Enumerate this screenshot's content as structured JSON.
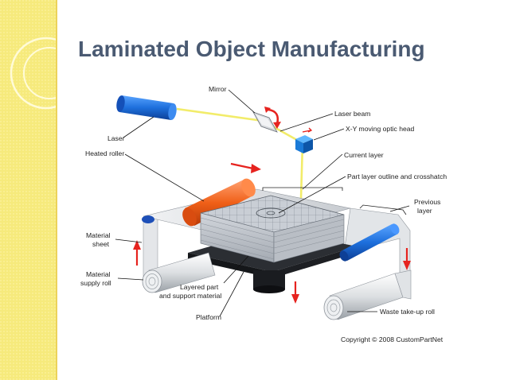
{
  "title": "Laminated Object Manufacturing",
  "colors": {
    "stripe": "#f6ea7c",
    "title": "#4a5a72",
    "laser_blue": "#1d6fdc",
    "roller_orange": "#f06018",
    "arrow_red": "#e6231f",
    "beam_yellow": "#f2ec6a"
  },
  "labels": {
    "mirror": "Mirror",
    "laser_beam": "Laser beam",
    "laser": "Laser",
    "xy_head": "X-Y moving optic head",
    "heated_roller": "Heated roller",
    "current_layer": "Current layer",
    "part_outline": "Part layer outline and crosshatch",
    "previous_line1": "Previous",
    "previous_line2": "layer",
    "material_sheet_line1": "Material",
    "material_sheet_line2": "sheet",
    "supply_roll_line1": "Material",
    "supply_roll_line2": "supply roll",
    "layered_part_line1": "Layered part",
    "layered_part_line2": "and support material",
    "waste_roll": "Waste take-up roll",
    "platform": "Platform"
  },
  "copyright": "Copyright © 2008 CustomPartNet"
}
